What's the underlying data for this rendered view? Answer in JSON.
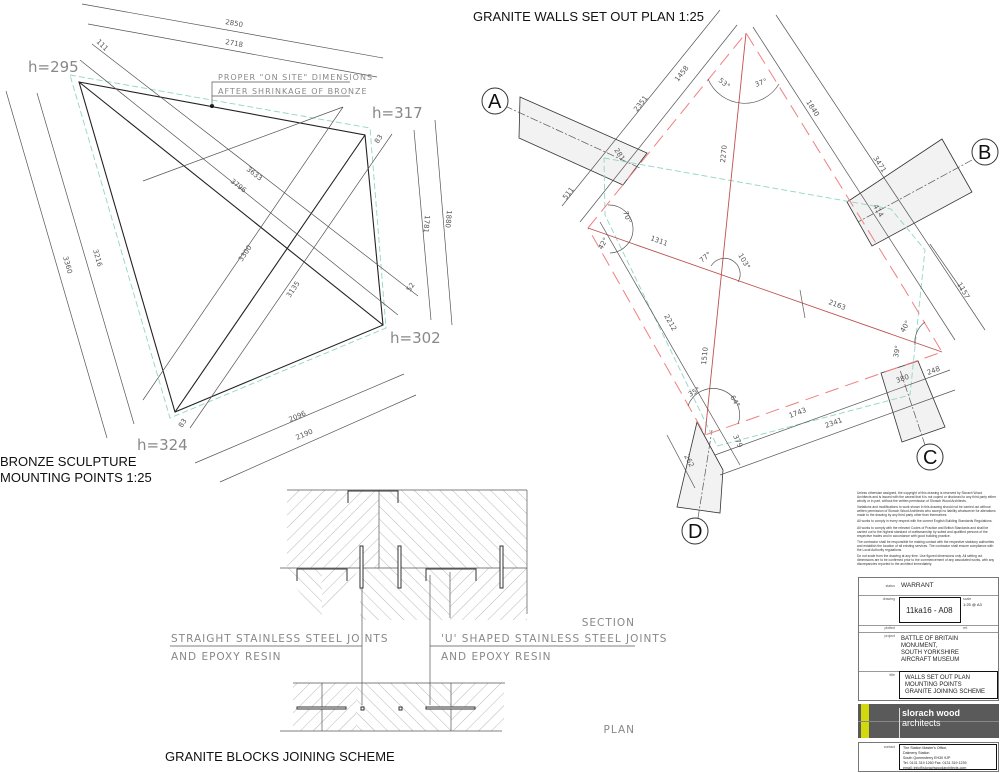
{
  "left_plan": {
    "title_line1": "BRONZE SCULPTURE",
    "title_line2": "MOUNTING POINTS  1:25",
    "note_line1": "PROPER \"ON SITE\" DIMENSIONS",
    "note_line2": "AFTER SHRINKAGE OF BRONZE",
    "heights": [
      "h=295",
      "h=317",
      "h=302",
      "h=324"
    ],
    "dimensions": [
      "2850",
      "2718",
      "111",
      "3633",
      "3796",
      "3300",
      "3135",
      "83",
      "1781",
      "1880",
      "3360",
      "3216",
      "2096",
      "2190",
      "83",
      "52"
    ]
  },
  "right_plan": {
    "title": "GRANITE WALLS SET OUT PLAN 1:25",
    "markers": [
      "A",
      "B",
      "C",
      "D"
    ],
    "dimensions": [
      "2351",
      "1458",
      "1840",
      "3471",
      "2270",
      "281",
      "511",
      "414",
      "1311",
      "2163",
      "1157",
      "2212",
      "1510",
      "1743",
      "2341",
      "379",
      "380",
      "248",
      "262"
    ],
    "angles": [
      "53°",
      "37°",
      "70°",
      "42°",
      "77°",
      "103°",
      "40°",
      "39°",
      "35°",
      "64°"
    ]
  },
  "joining": {
    "title": "GRANITE BLOCKS JOINING SCHEME",
    "section_label": "SECTION",
    "plan_label": "PLAN",
    "left_note_line1": "STRAIGHT STAINLESS STEEL JOINTS",
    "left_note_line2": "AND EPOXY RESIN",
    "right_note_line1": "'U' SHAPED STAINLESS STEEL JOINTS",
    "right_note_line2": "AND EPOXY RESIN"
  },
  "notes": [
    "Unless otherwise assigned, the copyright of this drawing is reserved by Slorach Wood Architects and is issued with the caveat that it is not copied or disclosed to any third party either wholly or in part, without the written permission of Slorach Wood Architects.",
    "Variations and modifications to work shown in this drawing should not be carried out without written permission of Slorach Wood Architects who accept no liability whatsoever for alterations made to the drawing by any third party other than themselves.",
    "All works to comply in every respect with the current English Building Standards Regulations.",
    "All works to comply with the relevant Codes of Practice and British Standards and shall be carried out to the highest standard of craftsmanship by suited and qualified persons of the respective trades and in accordance with good building practice.",
    "The contractor shall be responsible for making contact with the respective statutory authorities and establish the location of all existing services. The contractor shall ensure compliance with the Local Authority regulations.",
    "Do not scale from the drawing at any time. Use figured dimensions only. All setting out dimensions are to be confirmed prior to the commencement of any associated works, with any discrepancies reported to the architect immediately."
  ],
  "title_block": {
    "status_label": "status",
    "status": "WARRANT",
    "drawing_label": "drawing",
    "drawing_no": "11ka16 - A08",
    "scale_label": "scale",
    "scale": "1:25  @ A3",
    "plotted_label": "plotted",
    "ref_label": "ref.",
    "project_label": "project",
    "project_lines": [
      "BATTLE OF BRITAIN",
      "MONUMENT,",
      "SOUTH YORKSHIRE",
      "AIRCRAFT MUSEUM"
    ],
    "title_label": "title",
    "title_lines": [
      "WALLS SET OUT PLAN",
      "MOUNTING POINTS",
      "GRANITE JOINING SCHEME"
    ],
    "firm_name_bold": "slorach wood",
    "firm_name_rest": " architects",
    "contact_label": "contact",
    "contact_lines": [
      "The Station Master's Office,",
      "Dalmeny Station",
      "South Queensferry  EH30 9JP",
      "Tel. 0131 319 1260  Fax. 0131 319 1239",
      "email: info@slorachwoodarchitects.com"
    ],
    "brand_accent": "#e8f000",
    "brand_dark": "#4a4a4a"
  }
}
